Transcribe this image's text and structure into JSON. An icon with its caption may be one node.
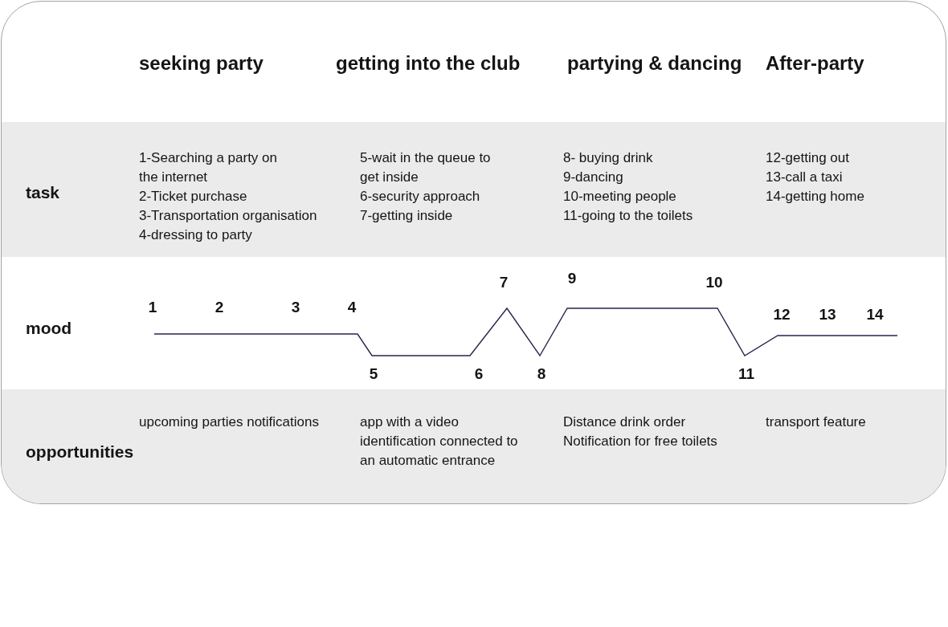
{
  "diagram": {
    "nodes": [
      {
        "text": [
          "seeking party",
          "getting into the club",
          "partying & dancing",
          "After-party",
          "mood",
          "1",
          "2",
          "3",
          "4",
          "5",
          "6",
          "7",
          "8",
          "9",
          "10",
          "11",
          "12",
          "13",
          "14"
        ]
      },
      {
        "text": [
          "task",
          "1-Searching a party on the internet",
          "2-Ticket purchase",
          "3-Transportation organisation",
          "4-dressing to party",
          "5-wait in the queue to get inside",
          "6-security approach",
          "7-getting inside",
          "8- buying drink",
          "9-dancing",
          "10-meeting people",
          "11-going to the toilets",
          "12-getting out",
          "13-call a taxi",
          "14-getting home"
        ],
        "in": 0
      },
      {
        "text": [
          "opportunities",
          "upcoming parties notifications",
          "app with a video identification connected to an automatic entrance",
          "Distance drink order",
          "Notification for free toilets",
          "transport feature"
        ],
        "in": 0
      }
    ]
  }
}
